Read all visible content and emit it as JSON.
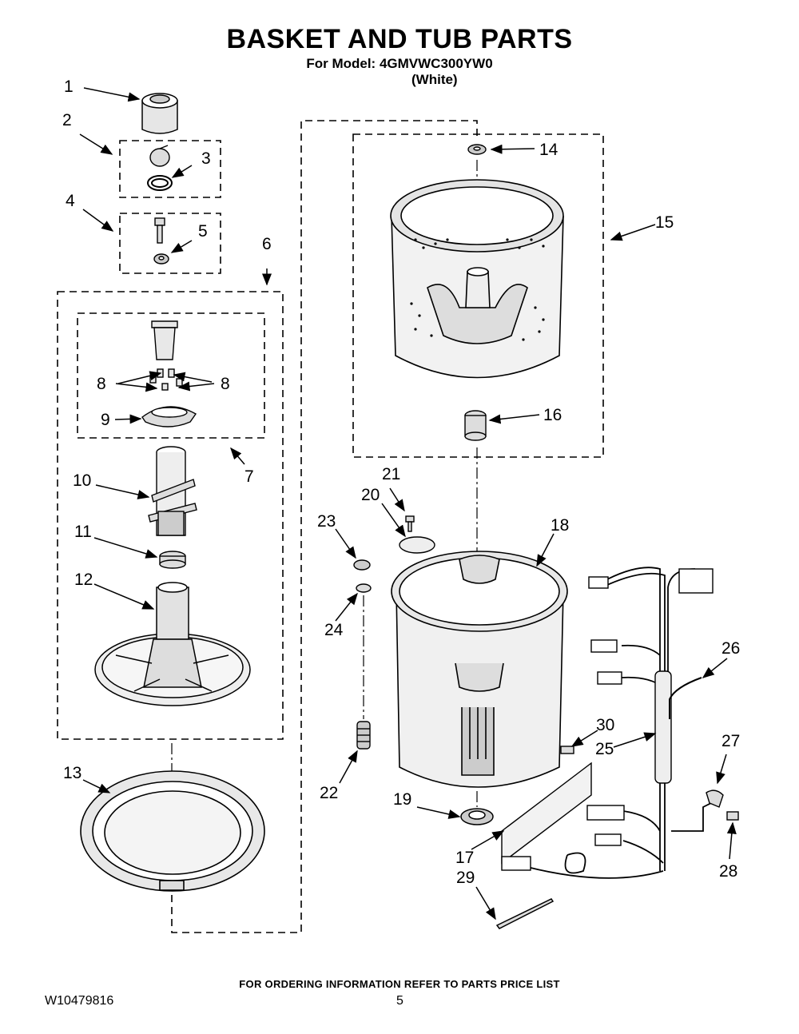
{
  "header": {
    "title": "BASKET AND TUB PARTS",
    "model_line": "For Model: 4GMVWC300YW0",
    "color_line": "(White)"
  },
  "footer": {
    "ordering_note": "FOR ORDERING INFORMATION REFER TO PARTS PRICE LIST",
    "document_number": "W10479816",
    "page_number": "5"
  },
  "callouts": [
    "1",
    "2",
    "3",
    "4",
    "5",
    "6",
    "7",
    "8",
    "8",
    "9",
    "10",
    "11",
    "12",
    "13",
    "14",
    "15",
    "16",
    "17",
    "18",
    "19",
    "20",
    "21",
    "22",
    "23",
    "24",
    "25",
    "26",
    "27",
    "28",
    "29",
    "30"
  ]
}
